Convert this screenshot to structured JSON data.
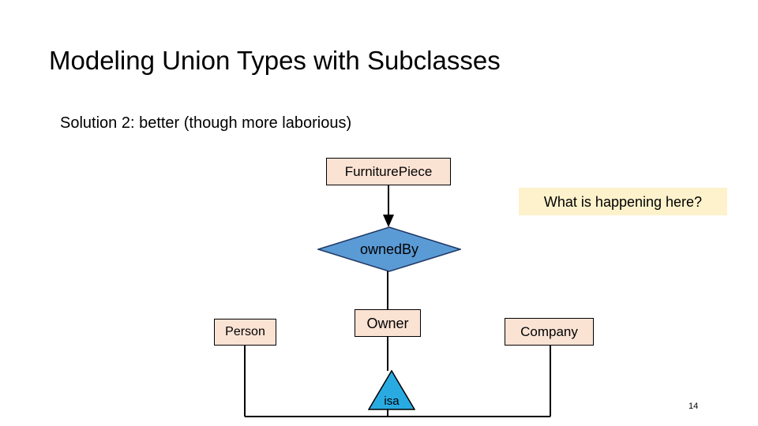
{
  "slide": {
    "title": "Modeling Union Types with Subclasses",
    "subtitle": "Solution 2: better (though more laborious)",
    "page_number": "14"
  },
  "callout": {
    "text": "What is happening here?",
    "background_color": "#FDF2CC"
  },
  "diagram": {
    "entities": [
      {
        "id": "furniturepiece",
        "label": "FurniturePiece",
        "shape": "rectangle",
        "fill": "#FBE3D4",
        "stroke": "#000000"
      },
      {
        "id": "person",
        "label": "Person",
        "shape": "rectangle",
        "fill": "#FBE3D4",
        "stroke": "#000000"
      },
      {
        "id": "owner",
        "label": "Owner",
        "shape": "rectangle",
        "fill": "#FBE3D4",
        "stroke": "#000000"
      },
      {
        "id": "company",
        "label": "Company",
        "shape": "rectangle",
        "fill": "#FBE3D4",
        "stroke": "#000000"
      }
    ],
    "relationships": [
      {
        "id": "ownedby",
        "label": "ownedBy",
        "shape": "diamond",
        "fill": "#5B9BD5",
        "stroke": "#1F3864"
      },
      {
        "id": "isa",
        "label": "isa",
        "shape": "triangle",
        "fill": "#29ABE2",
        "stroke": "#000000"
      }
    ],
    "connectors": [
      {
        "id": "furniturepiece-to-ownedby",
        "from": "furniturepiece",
        "to": "ownedby",
        "arrow": "down"
      },
      {
        "id": "ownedby-to-owner",
        "from": "ownedby",
        "to": "owner",
        "arrow": "none"
      },
      {
        "id": "owner-to-isa",
        "from": "owner",
        "to": "isa",
        "arrow": "none"
      },
      {
        "id": "isa-to-subclass-bus",
        "from": "isa",
        "to": "bus",
        "arrow": "none"
      },
      {
        "id": "person-to-subclass-bus",
        "from": "person",
        "to": "bus",
        "arrow": "none"
      },
      {
        "id": "company-to-subclass-bus",
        "from": "company",
        "to": "bus",
        "arrow": "none"
      }
    ]
  }
}
